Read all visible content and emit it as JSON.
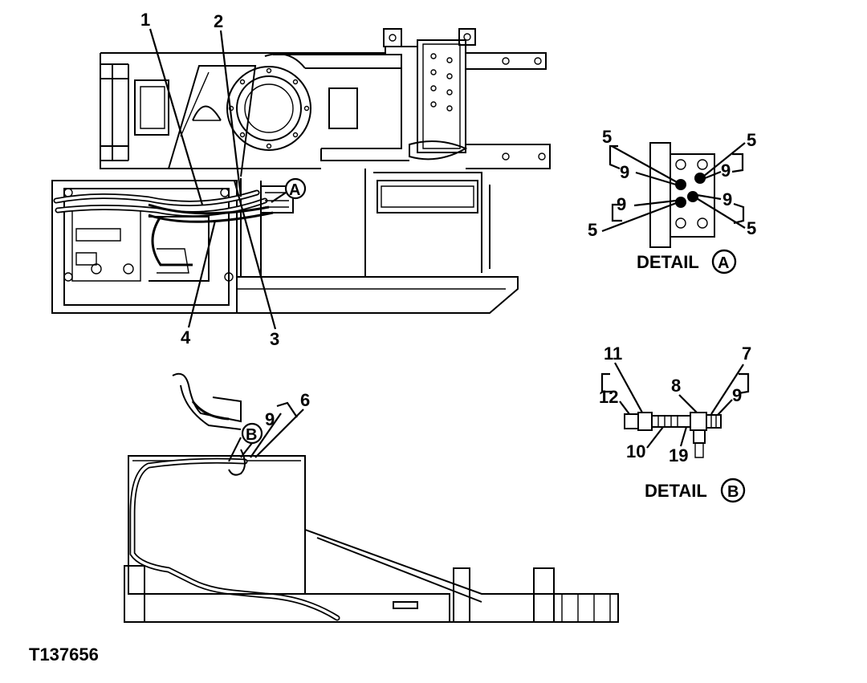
{
  "figure": {
    "id_label": "T137656",
    "callouts": {
      "c1": "1",
      "c2": "2",
      "c3": "3",
      "c4": "4",
      "c6": "6",
      "c9_main": "9"
    },
    "markers": {
      "a": "A",
      "b": "B"
    }
  },
  "detail_a": {
    "title_word": "DETAIL",
    "letter": "A",
    "callouts": {
      "tl5": "5",
      "tl9": "9",
      "bl9": "9",
      "bl5": "5",
      "tr5": "5",
      "tr9": "9",
      "br9": "9",
      "br5": "5"
    }
  },
  "detail_b": {
    "title_word": "DETAIL",
    "letter": "B",
    "callouts": {
      "c11": "11",
      "c12": "12",
      "c10": "10",
      "c8": "8",
      "c19": "19",
      "c7": "7",
      "c9": "9"
    }
  }
}
